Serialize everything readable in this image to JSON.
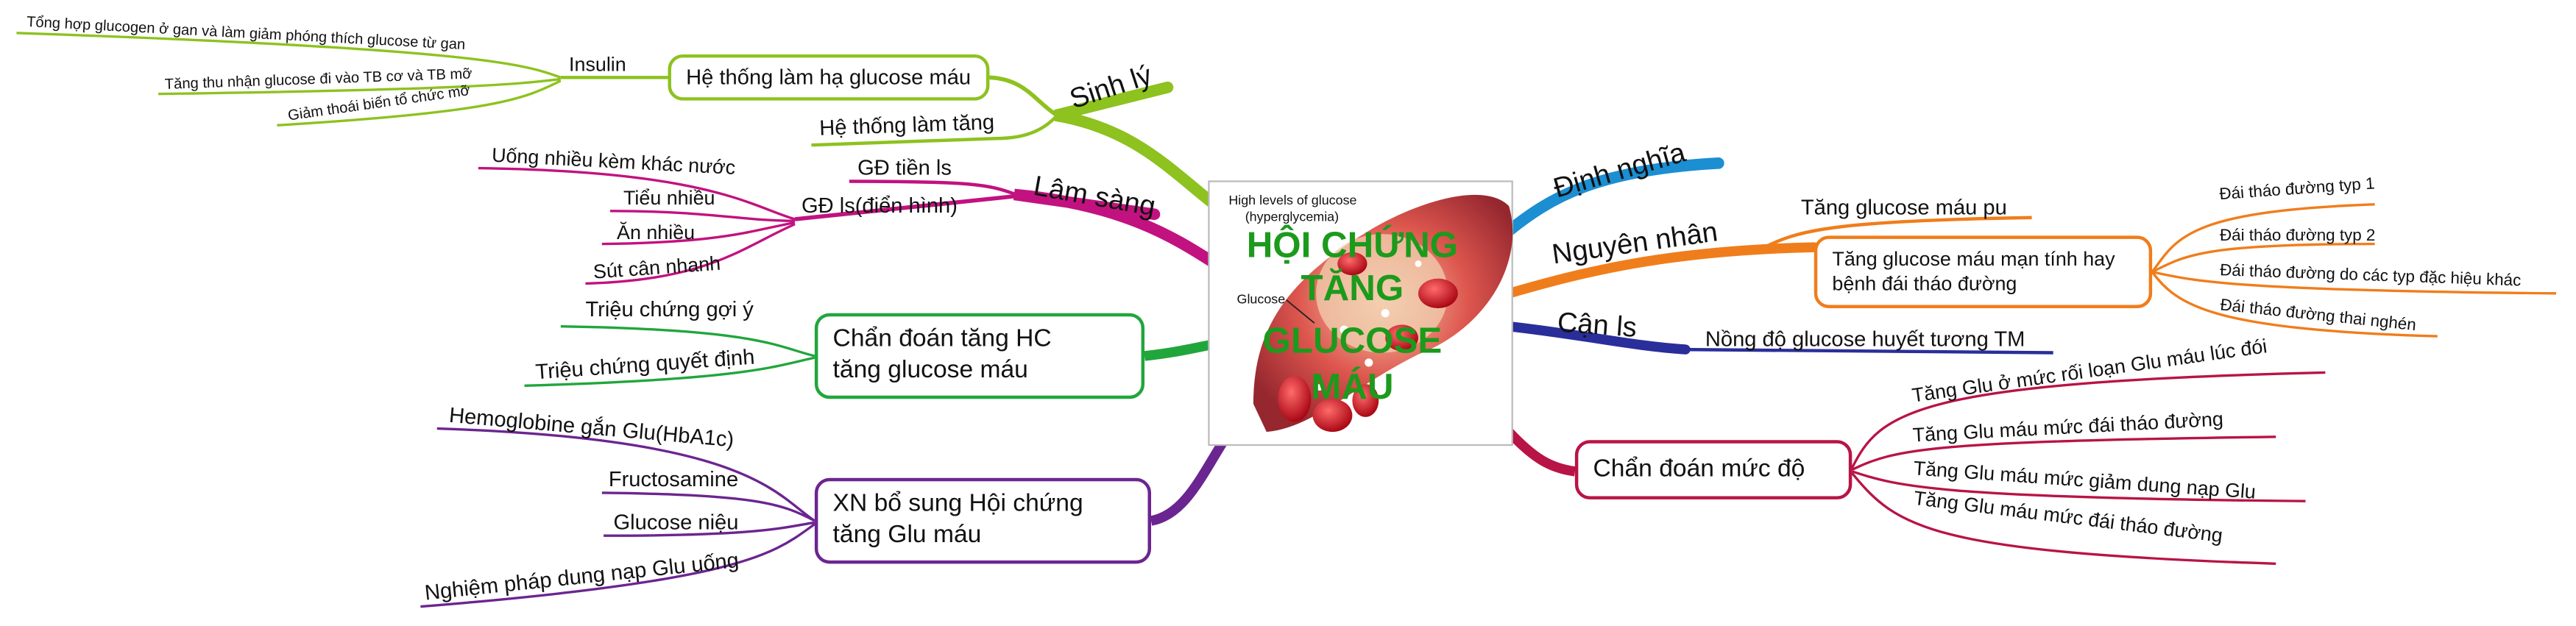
{
  "colors": {
    "sinh_ly": "#8dc21f",
    "lam_sang": "#c2127f",
    "chan_doan_tang": "#21a63c",
    "xn_bo_sung": "#6b2590",
    "dinh_nghia": "#1c8ed2",
    "nguyen_nhan": "#f07d1b",
    "can_ls": "#2a2e9a",
    "chan_doan_muc_do": "#b81445",
    "center_title": "#1c9a1c"
  },
  "center": {
    "caption": "High levels of glucose",
    "caption2": "(hyperglycemia)",
    "glucose_label": "Glucose",
    "title_lines": [
      "HỘI CHỨNG",
      "TĂNG",
      "GLUCOSE",
      "MÁU"
    ]
  },
  "sinh_ly": {
    "label": "Sinh lý",
    "ha": {
      "label": "Hệ thống làm hạ glucose máu",
      "insulin": {
        "label": "Insulin",
        "items": [
          "Tổng hợp glucogen ở gan và làm giảm phóng thích glucose từ gan",
          "Tăng thu nhận glucose đi vào TB cơ và TB mỡ",
          "Giảm thoái biến tổ chức mỡ"
        ]
      }
    },
    "tang": "Hệ thống làm tăng"
  },
  "lam_sang": {
    "label": "Lâm sàng",
    "tien_ls": "GĐ tiền ls",
    "ls": {
      "label": "GĐ ls(điển hình)",
      "items": [
        "Uống nhiều kèm khác nước",
        "Tiểu nhiều",
        "Ăn nhiều",
        "Sút cân nhanh"
      ]
    }
  },
  "chan_doan_tang": {
    "label_lines": [
      "Chẩn đoán tăng HC",
      "tăng glucose máu"
    ],
    "items": [
      "Triệu chứng gợi ý",
      "Triệu chứng quyết định"
    ]
  },
  "xn_bo_sung": {
    "label_lines": [
      "XN bổ sung Hội chứng",
      "tăng Glu máu"
    ],
    "items": [
      "Hemoglobine gắn Glu(HbA1c)",
      "Fructosamine",
      "Glucose niệu",
      "Nghiệm pháp dung nạp Glu uống"
    ]
  },
  "dinh_nghia": {
    "label": "Định nghĩa"
  },
  "nguyen_nhan": {
    "label": "Nguyên nhân",
    "pu": "Tăng glucose máu pu",
    "man_tinh": {
      "label_lines": [
        "Tăng glucose máu mạn tính hay",
        "bệnh đái tháo đường"
      ],
      "items": [
        "Đái tháo đường typ 1",
        "Đái tháo đường typ 2",
        "Đái tháo đường do các typ đặc hiệu khác",
        "Đái tháo đường thai nghén"
      ]
    }
  },
  "can_ls": {
    "label": "Cận ls",
    "item": "Nồng độ glucose huyết tương TM"
  },
  "chan_doan_muc_do": {
    "label": "Chẩn đoán mức độ",
    "items": [
      "Tăng Glu ở mức rối loạn Glu máu lúc đói",
      "Tăng Glu máu mức đái tháo đường",
      "Tăng Glu máu mức giảm dung nạp Glu",
      "Tăng Glu máu mức đái tháo đường"
    ]
  }
}
